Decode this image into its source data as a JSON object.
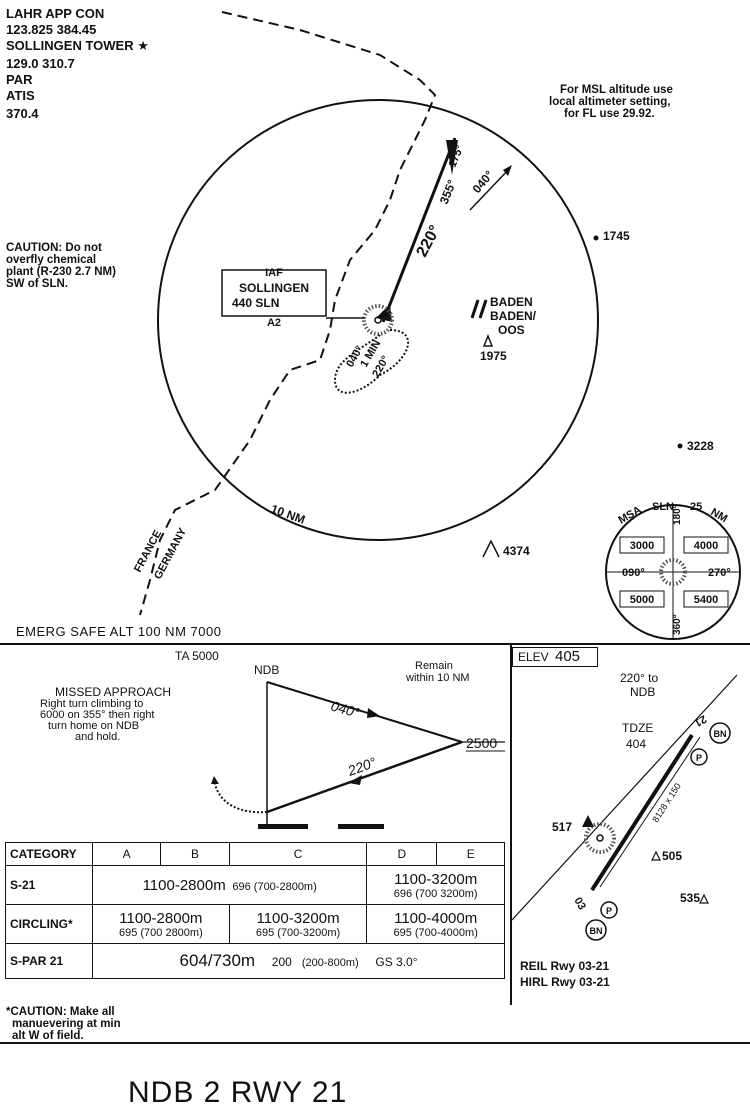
{
  "freqs": {
    "app_con": "LAHR APP CON",
    "app_con_freq": "123.825  384.45",
    "tower": "SOLLINGEN TOWER ★",
    "tower_freq": "129.0   310.7",
    "par": "PAR",
    "atis": "ATIS",
    "atis_freq": "370.4"
  },
  "altimeter_note": [
    "For MSL altitude use",
    "local altimeter setting,",
    "for FL use 29.92."
  ],
  "caution_chem": [
    "CAUTION: Do not",
    "overfly chemical",
    "plant (R-230 2.7 NM)",
    "SW of SLN."
  ],
  "iaf": {
    "top": "IAF",
    "name": "SOLLINGEN",
    "ident": "440 SLN",
    "bottom": "A2"
  },
  "plan": {
    "course_in": "220°",
    "course_out_a": "175°",
    "course_out_b": "355°",
    "course_out_c": "040°",
    "hold_a": "040°",
    "hold_b": "1 MIN",
    "hold_c": "220°",
    "ring": "10 NM",
    "border_a": "FRANCE",
    "border_b": "GERMANY",
    "baden": [
      "BADEN",
      "BADEN/",
      "OOS"
    ],
    "baden_elev": "1975",
    "spot_1745": "1745",
    "spot_3228": "3228",
    "obst_4374": "4374"
  },
  "msa": {
    "label_a": "MSA",
    "label_b": "SLN",
    "label_c": "25",
    "label_d": "NM",
    "b180": "180°",
    "b090": "090°",
    "b270": "270°",
    "b360": "360°",
    "nw": "3000",
    "ne": "4000",
    "sw": "5000",
    "se": "5400"
  },
  "emerg": "EMERG SAFE ALT 100 NM 7000",
  "profile": {
    "ta": "TA 5000",
    "ndb": "NDB",
    "remain": [
      "Remain",
      "within 10 NM"
    ],
    "missed": [
      "MISSED APPROACH",
      "Right turn climbing to",
      "6000 on 355° then right",
      "turn home on NDB",
      "and hold."
    ],
    "out": "040°",
    "inb": "220°",
    "alt": "2500"
  },
  "airport": {
    "elev_label": "ELEV",
    "elev": "405",
    "to_ndb": [
      "220° to",
      "NDB"
    ],
    "tdze": [
      "TDZE",
      "404"
    ],
    "rwy21": "21",
    "rwy03": "03",
    "bn": "BN",
    "p": "P",
    "len": "8128 x 150",
    "ndb_elev": "517",
    "obst_505": "505",
    "obst_535": "535",
    "lights": [
      "REIL Rwy 03-21",
      "HIRL Rwy 03-21"
    ]
  },
  "minima": {
    "header": [
      "CATEGORY",
      "A",
      "B",
      "C",
      "D",
      "E"
    ],
    "s21": {
      "label": "S-21",
      "abc_main": "1100-2800m",
      "abc_sub": "696  (700-2800m)",
      "de_main": "1100-3200m",
      "de_sub": "696 (700 3200m)"
    },
    "circ": {
      "label": "CIRCLING*",
      "ab_main": "1100-2800m",
      "ab_sub": "695  (700 2800m)",
      "c_main": "1100-3200m",
      "c_sub": "695 (700-3200m)",
      "de_main": "1100-4000m",
      "de_sub": "695  (700-4000m)"
    },
    "par": {
      "label": "S-PAR  21",
      "main": "604/730m",
      "dh": "200",
      "sub": "(200-800m)",
      "gs": "GS 3.0°"
    }
  },
  "caution_circ": [
    "*CAUTION: Make all",
    "manuevering at min",
    "alt W of field."
  ],
  "procedure_title": "NDB 2 RWY 21"
}
